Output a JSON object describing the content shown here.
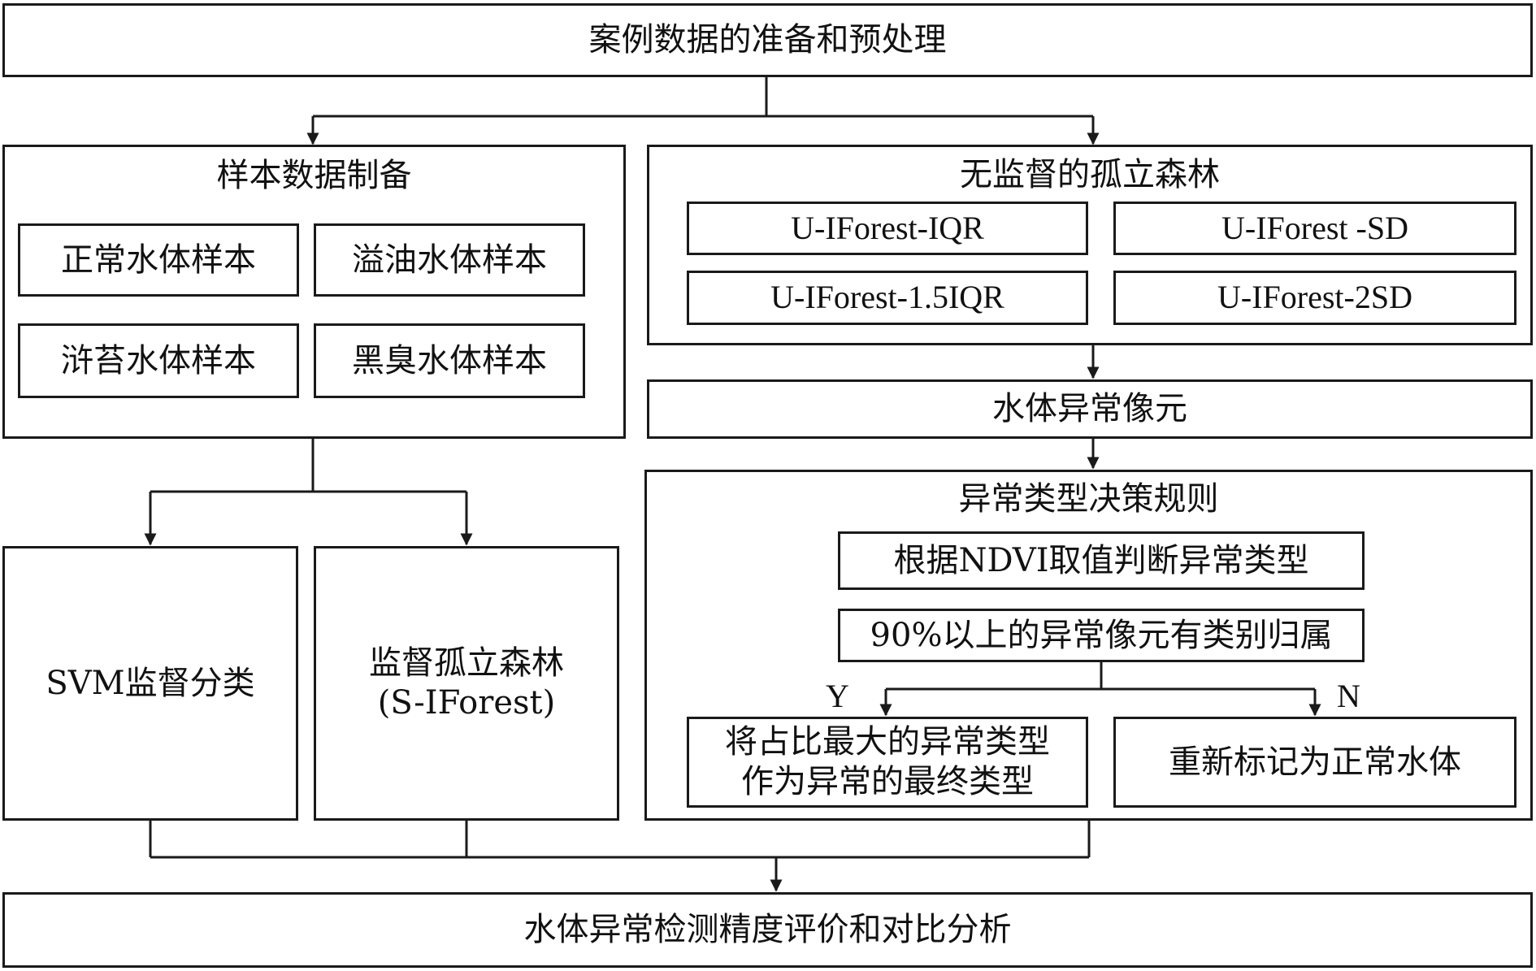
{
  "nodes": {
    "prep": "案例数据的准备和预处理",
    "sample_group": "样本数据制备",
    "normal_sample": "正常水体样本",
    "oil_sample": "溢油水体样本",
    "algae_sample": "浒苔水体样本",
    "black_sample": "黑臭水体样本",
    "unsup_group": "无监督的孤立森林",
    "u_iqr": "U-IForest-IQR",
    "u_sd": "U-IForest -SD",
    "u_15iqr": "U-IForest-1.5IQR",
    "u_2sd": "U-IForest-2SD",
    "anomaly_pixels": "水体异常像元",
    "rule_group": "异常类型决策规则",
    "ndvi_rule": "根据NDVI取值判断异常类型",
    "ratio_rule": "90%以上的异常像元有类别归属",
    "final_type_line1": "将占比最大的异常类型",
    "final_type_line2": "作为异常的最终类型",
    "relabel": "重新标记为正常水体",
    "svm": "SVM监督分类",
    "s_iforest_line1": "监督孤立森林",
    "s_iforest_line2": "(S-IForest)",
    "evaluation": "水体异常检测精度评价和对比分析"
  },
  "branch_labels": {
    "yes": "Y",
    "no": "N"
  },
  "colors": {
    "stroke": "#1a1a1a",
    "text": "#111111",
    "background": "#ffffff"
  }
}
